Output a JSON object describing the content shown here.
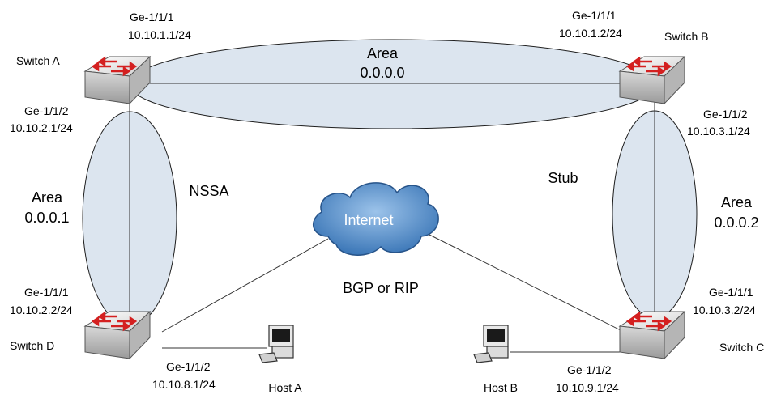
{
  "switches": {
    "a": {
      "name": "Switch A",
      "port1": "Ge-1/1/1",
      "ip1": "10.10.1.1/24",
      "port2": "Ge-1/1/2",
      "ip2": "10.10.2.1/24"
    },
    "b": {
      "name": "Switch B",
      "port1": "Ge-1/1/1",
      "ip1": "10.10.1.2/24",
      "port2": "Ge-1/1/2",
      "ip2": "10.10.3.1/24"
    },
    "c": {
      "name": "Switch C",
      "port1": "Ge-1/1/1",
      "ip1": "10.10.3.2/24",
      "port2": "Ge-1/1/2",
      "ip2": "10.10.9.1/24"
    },
    "d": {
      "name": "Switch D",
      "port1": "Ge-1/1/1",
      "ip1": "10.10.2.2/24",
      "port2": "Ge-1/1/2",
      "ip2": "10.10.8.1/24"
    }
  },
  "areas": {
    "backbone": {
      "line1": "Area",
      "line2": "0.0.0.0"
    },
    "left": {
      "line1": "Area",
      "line2": "0.0.0.1",
      "type": "NSSA"
    },
    "right": {
      "line1": "Area",
      "line2": "0.0.0.2",
      "type": "Stub"
    }
  },
  "internet": {
    "label": "Internet",
    "protocol": "BGP or RIP"
  },
  "hosts": {
    "a": "Host A",
    "b": "Host B"
  },
  "colors": {
    "area_fill": "#d6e1ec",
    "area_stroke": "#1f1f1f",
    "cloud": "#4f86c6",
    "switch_arrow": "#d42020"
  }
}
